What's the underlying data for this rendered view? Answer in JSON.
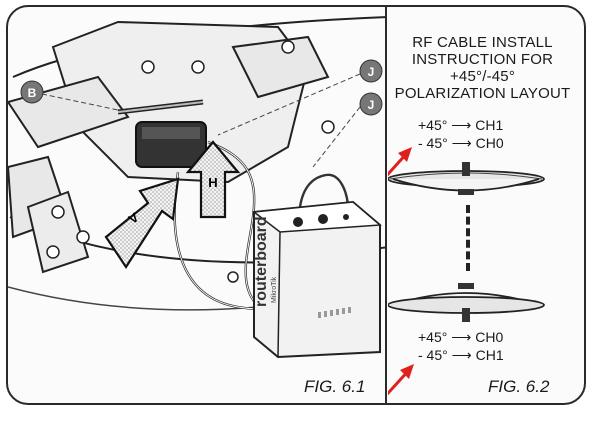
{
  "figure_left": {
    "caption": "FIG. 6.1",
    "callouts": [
      {
        "letter": "B",
        "style": "circled"
      },
      {
        "letter": "J",
        "style": "circled"
      },
      {
        "letter": "J",
        "style": "circled"
      }
    ],
    "arrows": [
      {
        "letter": "H",
        "direction": "up"
      },
      {
        "letter": "V",
        "direction": "up-right"
      }
    ],
    "device_brand": "routerboard",
    "device_subtitle": "MikroTik"
  },
  "figure_right": {
    "title_lines": [
      "RF CABLE INSTALL",
      "INSTRUCTION FOR",
      "+45°/-45°",
      "POLARIZATION LAYOUT"
    ],
    "top_mapping": [
      {
        "angle": "+45°",
        "arrow": "⟶",
        "channel": "CH1"
      },
      {
        "angle": "- 45°",
        "arrow": "⟶",
        "channel": "CH0"
      }
    ],
    "bottom_mapping": [
      {
        "angle": "+45°",
        "arrow": "⟶",
        "channel": "CH0"
      },
      {
        "angle": "- 45°",
        "arrow": "⟶",
        "channel": "CH1"
      }
    ],
    "caption": "FIG. 6.2"
  },
  "colors": {
    "highlight_arrow": "#e0201c",
    "ink": "#1a1a1a",
    "frame": "#2a2a2a"
  }
}
